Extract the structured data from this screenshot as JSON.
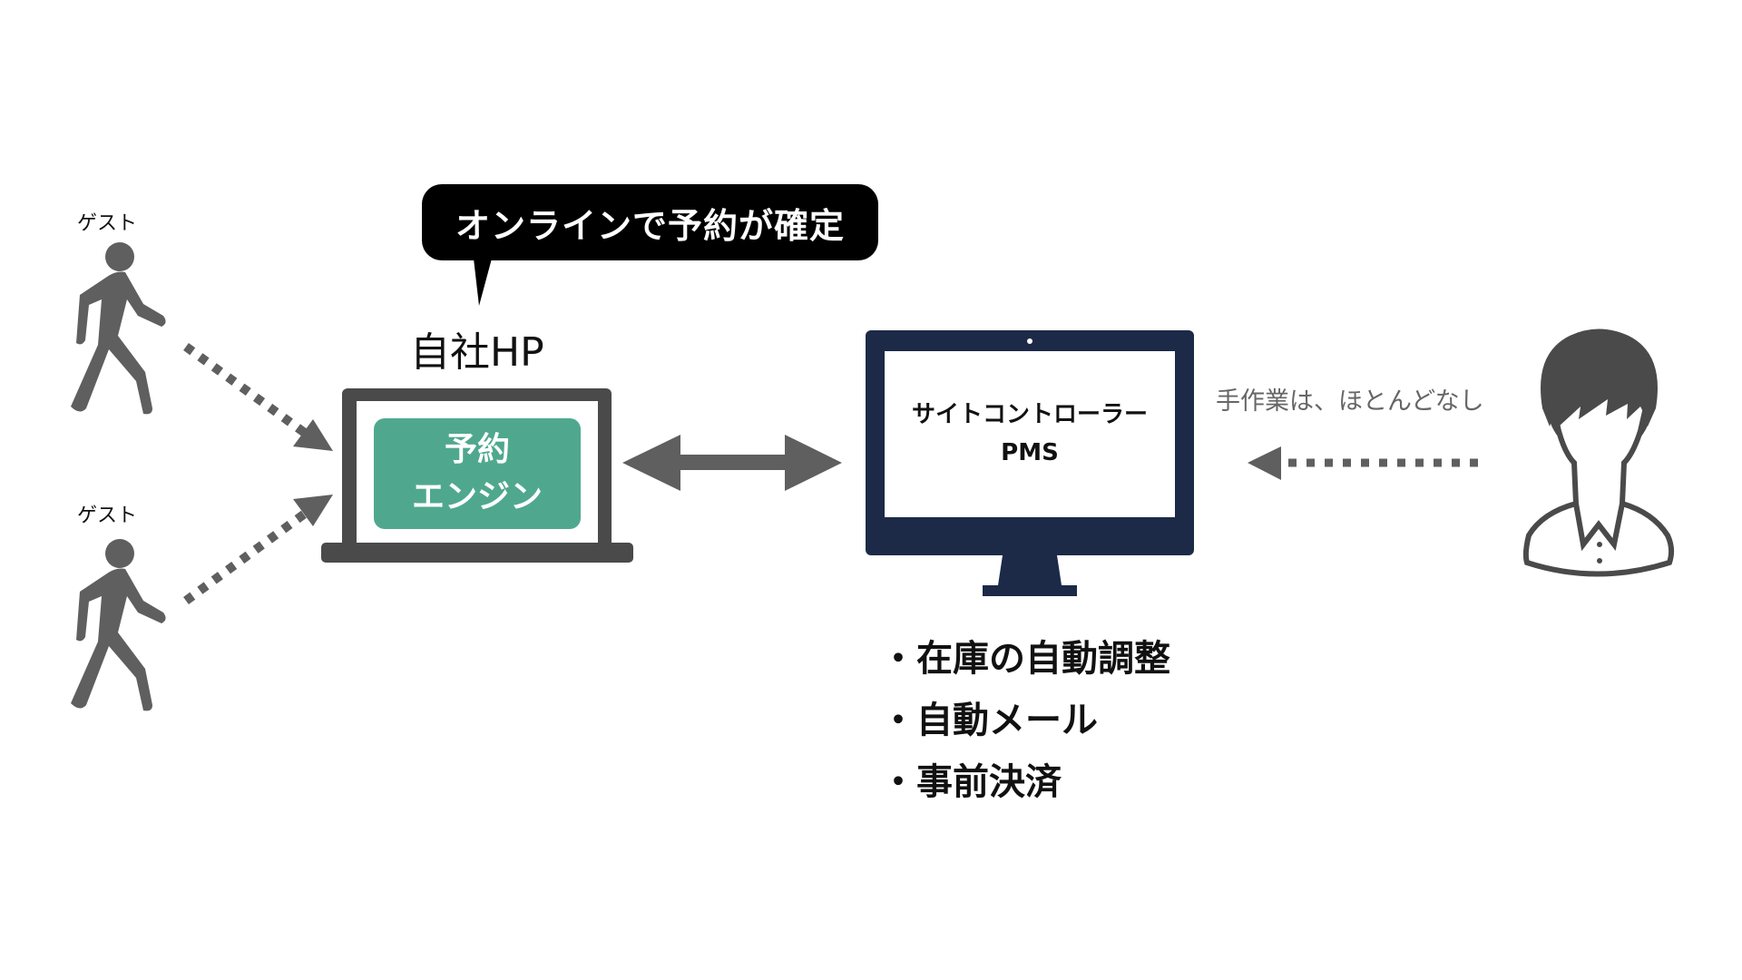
{
  "guests": [
    {
      "label": "ゲスト",
      "icon": "walking-person-icon"
    },
    {
      "label": "ゲスト",
      "icon": "walking-person-icon"
    }
  ],
  "callout": {
    "text": "オンラインで予約が確定"
  },
  "own_site": {
    "label": "自社HP",
    "icon": "laptop-icon",
    "engine_lines": [
      "予約",
      "エンジン"
    ]
  },
  "system": {
    "icon": "monitor-icon",
    "lines": [
      "サイトコントローラー",
      "PMS"
    ]
  },
  "features": [
    "・在庫の自動調整",
    "・自動メール",
    "・事前決済"
  ],
  "staff": {
    "icon": "staff-person-icon",
    "note": "手作業は、ほとんどなし"
  },
  "colors": {
    "icon_gray": "#5f5f5f",
    "laptop_frame": "#4a4a4a",
    "engine_green": "#4fa88e",
    "monitor_navy": "#1c2a48",
    "callout_black": "#000000",
    "note_gray": "#666666"
  }
}
